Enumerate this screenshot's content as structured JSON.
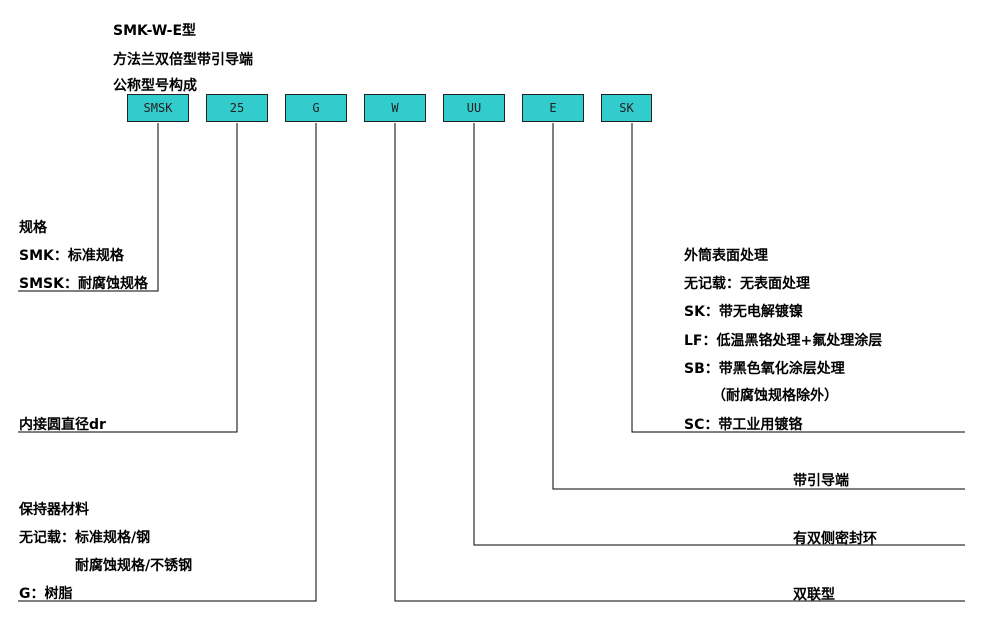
{
  "title": {
    "line1": "SMK-W-E型",
    "line2": "方法兰双倍型带引导端",
    "line3": "公称型号构成"
  },
  "boxes": [
    "SMSK",
    "25",
    "G",
    "W",
    "UU",
    "E",
    "SK"
  ],
  "spec": {
    "heading": "规格",
    "smk": "SMK：标准规格",
    "smsk": "SMSK：耐腐蚀规格"
  },
  "diameter": {
    "label": "内接圆直径dr"
  },
  "retainer": {
    "heading": "保持器材料",
    "none": "无记载：标准规格/钢",
    "stainless": "耐腐蚀规格/不锈钢",
    "g": "G：树脂"
  },
  "surface": {
    "heading": "外筒表面处理",
    "none": "无记载：无表面处理",
    "sk": "SK：带无电解镀镍",
    "lf": "LF：低温黑铬处理+氟处理涂层",
    "sb": "SB：带黑色氧化涂层处理",
    "sb_note": "（耐腐蚀规格除外）",
    "sc": "SC：带工业用镀铬"
  },
  "e": {
    "label": "带引导端"
  },
  "uu": {
    "label": "有双侧密封环"
  },
  "w": {
    "label": "双联型"
  }
}
